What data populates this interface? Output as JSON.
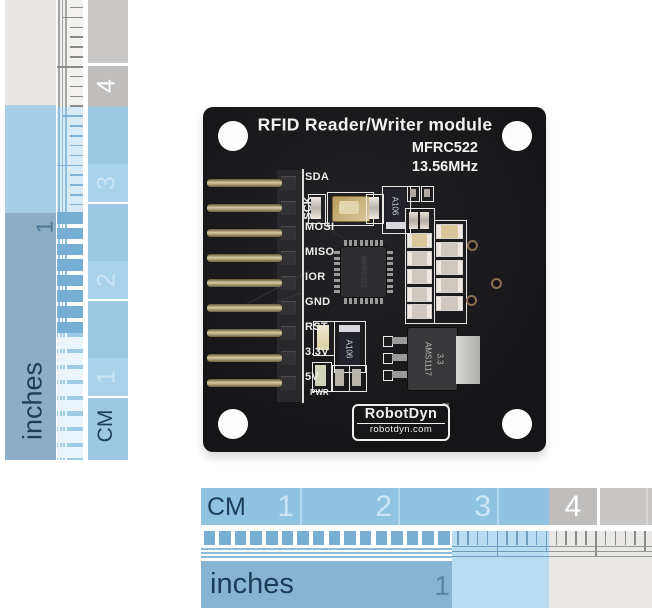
{
  "rulers": {
    "cm_label": "CM",
    "inches_label": "inches",
    "left": {
      "cm_numbers": [
        "1",
        "2",
        "3",
        "4"
      ],
      "inch_numbers": [
        "1"
      ]
    },
    "bottom": {
      "cm_numbers": [
        "1",
        "2",
        "3",
        "4"
      ],
      "inch_numbers": [
        "1"
      ]
    }
  },
  "board": {
    "title": "RFID Reader/Writer module",
    "chip_name": "MFRC522",
    "frequency": "13.56MHz",
    "pins": [
      "SDA",
      "SCK",
      "MOSI",
      "MISO",
      "IOR",
      "GND",
      "RST",
      "3.3V",
      "5V"
    ],
    "pwr_label": "PWR",
    "capacitor_label": "A106",
    "regulator_line1": "AMS1117",
    "regulator_line2": "3.3",
    "logo_text": "RobotDyn",
    "logo_tm": "™",
    "logo_site": "robotdyn.com"
  },
  "colors": {
    "tick_blue": "#77aed3",
    "tick_blue_dark": "#6f9dc0",
    "tick_gray": "#8a8a88",
    "line_blue": "#8cbcdc",
    "block_white": "#eaf4fb",
    "separator_blue": "#b3d8ef",
    "subblock_blue": "#a9d2ec",
    "number_light": "#c9e5f6",
    "number_dark": "#537d9c",
    "label_navy": "#1c3d59",
    "pcb_black": "#1a191b",
    "silkscreen": "#e9e8e6",
    "pin_gold": "#c4b98c"
  }
}
